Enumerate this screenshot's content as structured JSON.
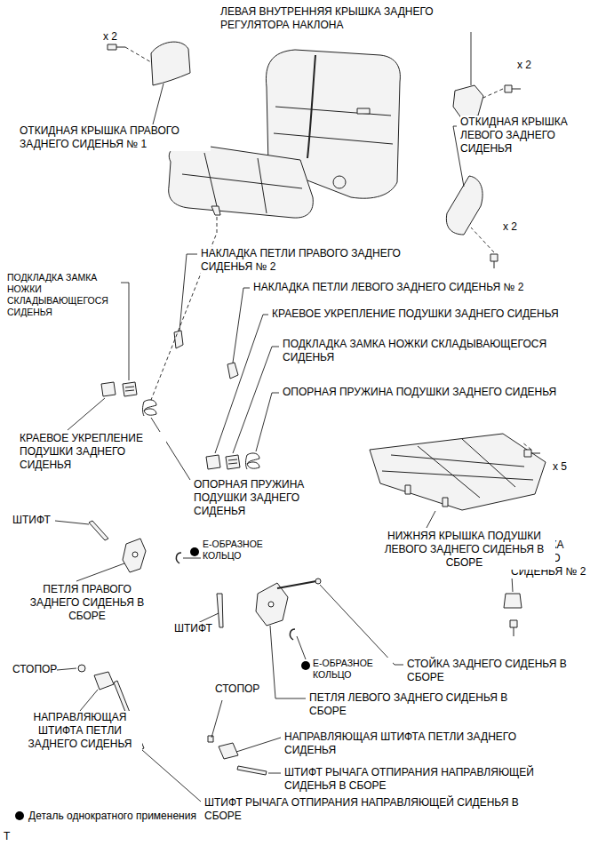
{
  "diagram": {
    "labels": [
      "x 2",
      "ЛЕВАЯ ВНУТРЕННЯЯ КРЫШКА ЗАДНЕГО РЕГУЛЯТОРА НАКЛОНА",
      "x 2",
      "ОТКИДНАЯ КРЫШКА ПРАВОГО ЗАДНЕГО СИДЕНЬЯ № 1",
      "ОТКИДНАЯ КРЫШКА ЛЕВОГО ЗАДНЕГО СИДЕНЬЯ",
      "x 2",
      "НАКЛАДКА ПЕТЛИ ПРАВОГО ЗАДНЕГО СИДЕНЬЯ № 2",
      "ПОДКЛАДКА ЗАМКА НОЖКИ СКЛАДЫВАЮЩЕГОСЯ СИДЕНЬЯ",
      "НАКЛАДКА ПЕТЛИ ЛЕВОГО ЗАДНЕГО СИДЕНЬЯ № 2",
      "КРАЕВОЕ УКРЕПЛЕНИЕ ПОДУШКИ ЗАДНЕГО СИДЕНЬЯ",
      "ПОДКЛАДКА ЗАМКА НОЖКИ СКЛАДЫВАЮЩЕГОСЯ СИДЕНЬЯ",
      "ОПОРНАЯ ПРУЖИНА ПОДУШКИ ЗАДНЕГО СИДЕНЬЯ",
      "x 5",
      "КРАЕВОЕ УКРЕПЛЕНИЕ ПОДУШКИ ЗАДНЕГО СИДЕНЬЯ",
      "ОПОРНАЯ ПРУЖИНА ПОДУШКИ ЗАДНЕГО СИДЕНЬЯ",
      "ШТИФТ",
      "Е-ОБРАЗНОЕ КОЛЬЦО",
      "ПОДУШКА ЗАДНЕГО СИДЕНЬЯ № 2",
      "НИЖНЯЯ КРЫШКА ПОДУШКИ ЛЕВОГО ЗАДНЕГО СИДЕНЬЯ В СБОРЕ",
      "ПЕТЛЯ ПРАВОГО ЗАДНЕГО СИДЕНЬЯ В СБОРЕ",
      "ШТИФТ",
      "СТОПОР",
      "Е-ОБРАЗНОЕ КОЛЬЦО",
      "СТОЙКА ЗАДНЕГО СИДЕНЬЯ В СБОРЕ",
      "СТОПОР",
      "ПЕТЛЯ ЛЕВОГО ЗАДНЕГО СИДЕНЬЯ В СБОРЕ",
      "НАПРАВЛЯЮЩАЯ ШТИФТА ПЕТЛИ ЗАДНЕГО СИДЕНЬЯ",
      "НАПРАВЛЯЮЩАЯ ШТИФТА ПЕТЛИ ЗАДНЕГО СИДЕНЬЯ",
      "ШТИФТ РЫЧАГА ОТПИРАНИЯ НАПРАВЛЯЮЩЕЙ СИДЕНЬЯ В СБОРЕ",
      "ШТИФТ РЫЧАГА ОТПИРАНИЯ НАПРАВЛЯЮЩЕЙ СИДЕНЬЯ В СБОРЕ",
      "T"
    ],
    "legend": [
      {
        "text": "Деталь однократного применения"
      }
    ]
  }
}
